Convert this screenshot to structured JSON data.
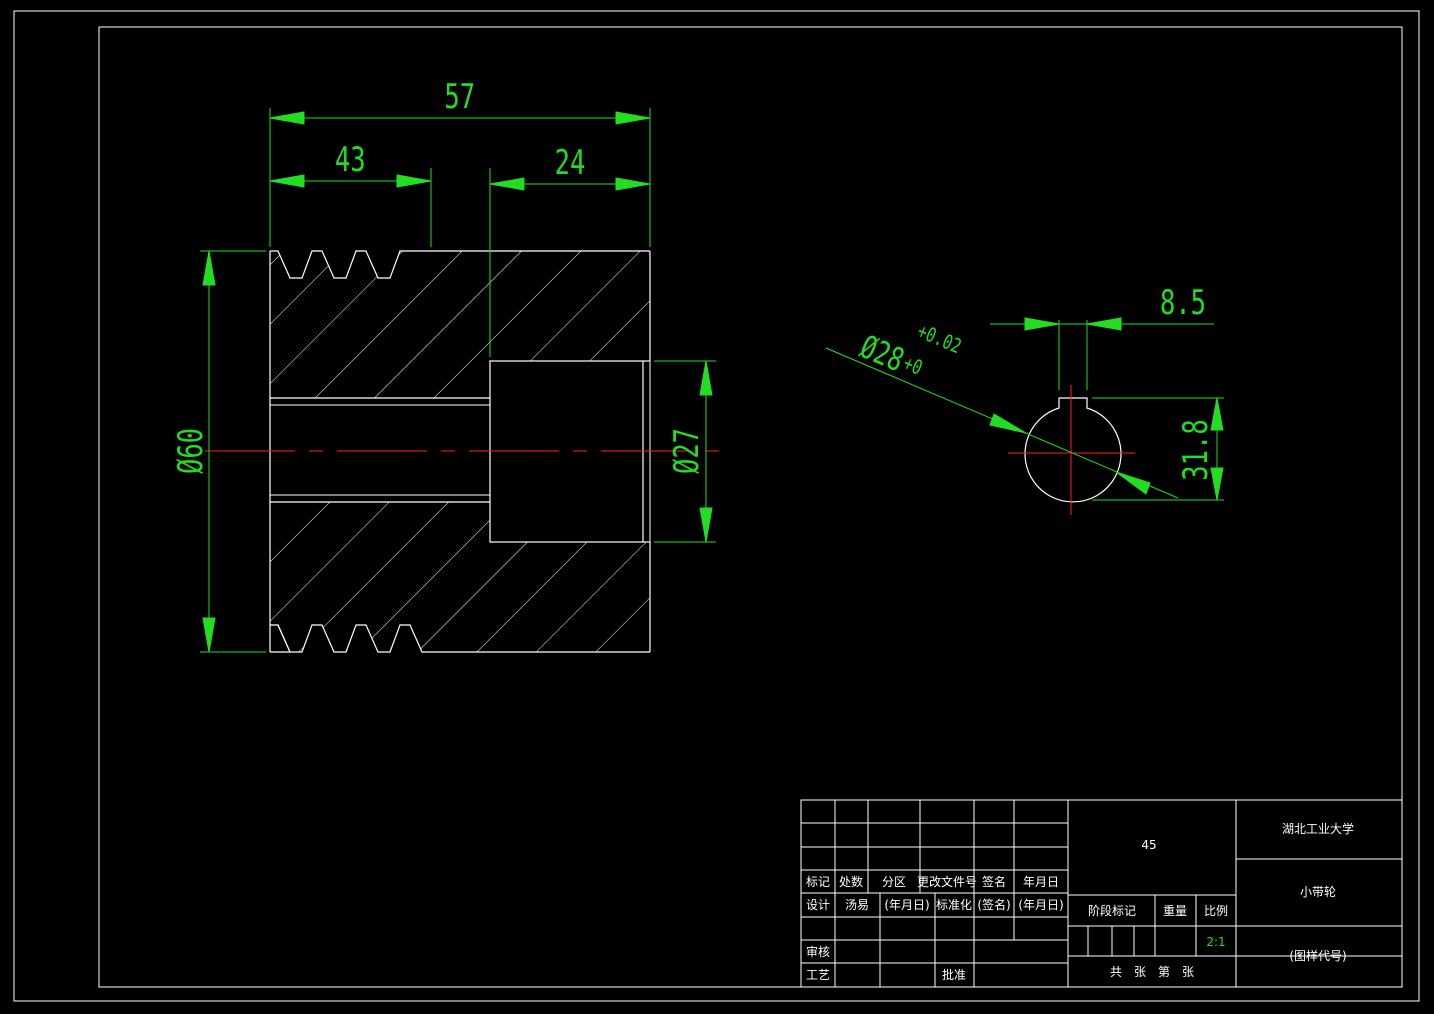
{
  "colors": {
    "background": "#000000",
    "outline": "#ffffff",
    "dimension": "#22dd22",
    "centerline": "#ff2020"
  },
  "dimensions": {
    "overall_length": "57",
    "groove_length": "43",
    "hub_length": "24",
    "outer_diameter": "Ø60",
    "bore_diameter": "Ø27",
    "keyway_width": "8.5",
    "keyway_depth": "31.8",
    "shaft_diameter": "Ø28",
    "tolerance_upper": "+0.02",
    "tolerance_lower": "+0"
  },
  "title_block": {
    "headers": [
      "标记",
      "处数",
      "分区",
      "更改文件号",
      "签名",
      "年月日"
    ],
    "design_row": [
      "设计",
      "汤易",
      "(年月日)",
      "标准化",
      "(签名)",
      "(年月日)"
    ],
    "review_label": "审核",
    "process_label": "工艺",
    "approve_label": "批准",
    "material": "45",
    "stage_mark": "阶段标记",
    "weight": "重量",
    "scale_label": "比例",
    "scale_value": "2:1",
    "sheets": "共　张　第　张",
    "company": "湖北工业大学",
    "part_name": "小带轮",
    "drawing_code": "(图样代号)"
  }
}
